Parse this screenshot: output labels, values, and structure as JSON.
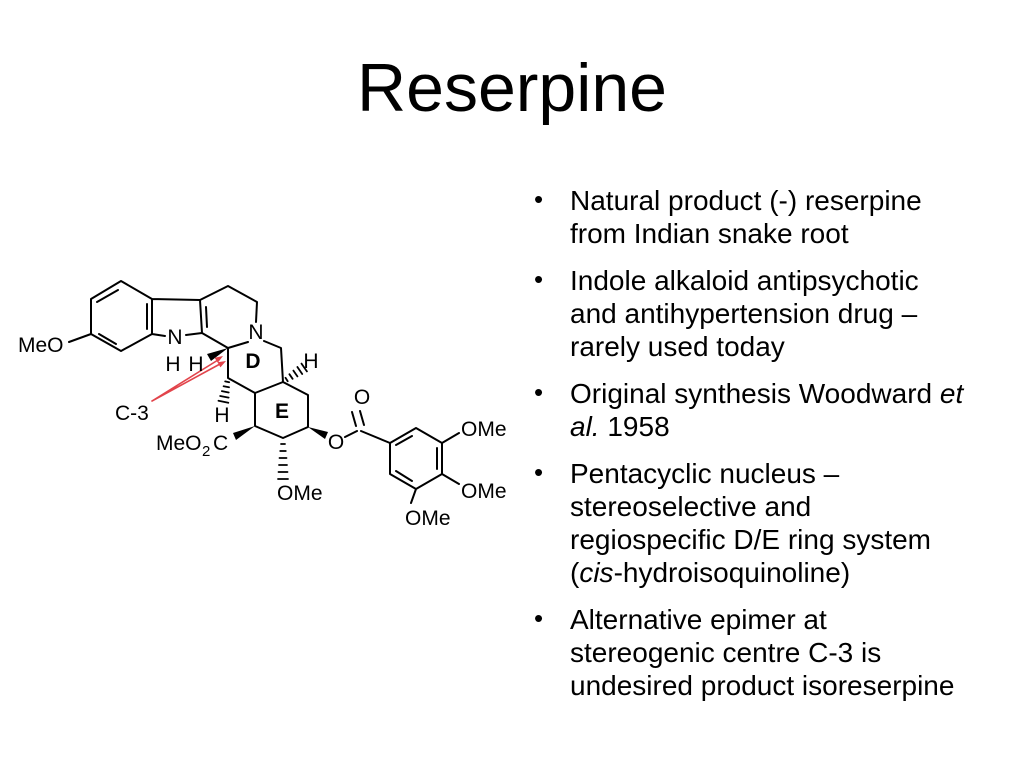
{
  "slide": {
    "title": "Reserpine",
    "bullet_char": "•",
    "background_color": "#ffffff",
    "text_color": "#000000"
  },
  "bullets": [
    {
      "segments": [
        {
          "t": "Natural product (-) reserpine from Indian snake root"
        }
      ]
    },
    {
      "segments": [
        {
          "t": "Indole alkaloid antipsychotic and antihypertension drug – rarely used today"
        }
      ]
    },
    {
      "segments": [
        {
          "t": "Original synthesis Woodward "
        },
        {
          "t": "et al.",
          "i": true
        },
        {
          "t": " 1958"
        }
      ]
    },
    {
      "segments": [
        {
          "t": "Pentacyclic nucleus – stereoselective and regiospecific D/E ring system ("
        },
        {
          "t": "cis",
          "i": true
        },
        {
          "t": "-hydroisoquinoline)"
        }
      ]
    },
    {
      "segments": [
        {
          "t": "Alternative epimer at stereogenic centre C-3 is undesired product isoreserpine"
        }
      ]
    }
  ],
  "structure": {
    "molecule": "reserpine",
    "bond_color": "#000000",
    "arrow_color": "#e2444b",
    "labels": {
      "methoxy": "MeO",
      "indole_n": "N",
      "indole_nh": "H",
      "c3_h": "H",
      "ring_n": "N",
      "ring_d": "D",
      "ring_e": "E",
      "h_trans_left": "H",
      "h_trans_right": "H",
      "c3_callout": "C-3",
      "ester_meo": "MeO",
      "ester_sub": "2",
      "ester_c": "C",
      "ome_axial": "OMe",
      "ester_o": "O",
      "carbonyl_o": "O",
      "ome_top": "OMe",
      "ome_middle": "OMe",
      "ome_bottom": "OMe"
    }
  }
}
